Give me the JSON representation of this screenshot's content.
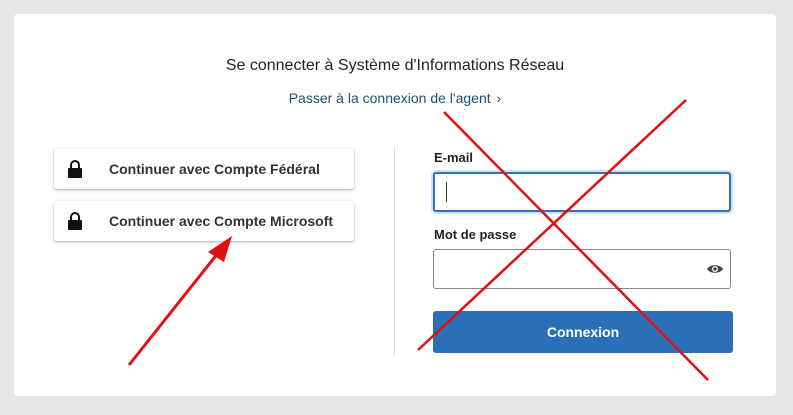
{
  "header": {
    "title": "Se connecter à Système d'Informations Réseau",
    "agent_link": "Passer à la connexion de l'agent"
  },
  "sso": {
    "federal_label": "Continuer avec Compte Fédéral",
    "microsoft_label": "Continuer avec Compte Microsoft"
  },
  "form": {
    "email_label": "E-mail",
    "email_value": "",
    "password_label": "Mot de passe",
    "password_value": "",
    "submit_label": "Connexion"
  },
  "icons": {
    "lock": "lock-icon",
    "eye": "eye-icon",
    "chevron": "chevron-right-icon"
  },
  "colors": {
    "primary": "#2a6fb7",
    "link": "#1a4f7a",
    "focus": "#2e72c0",
    "annotation": "#e01010"
  }
}
